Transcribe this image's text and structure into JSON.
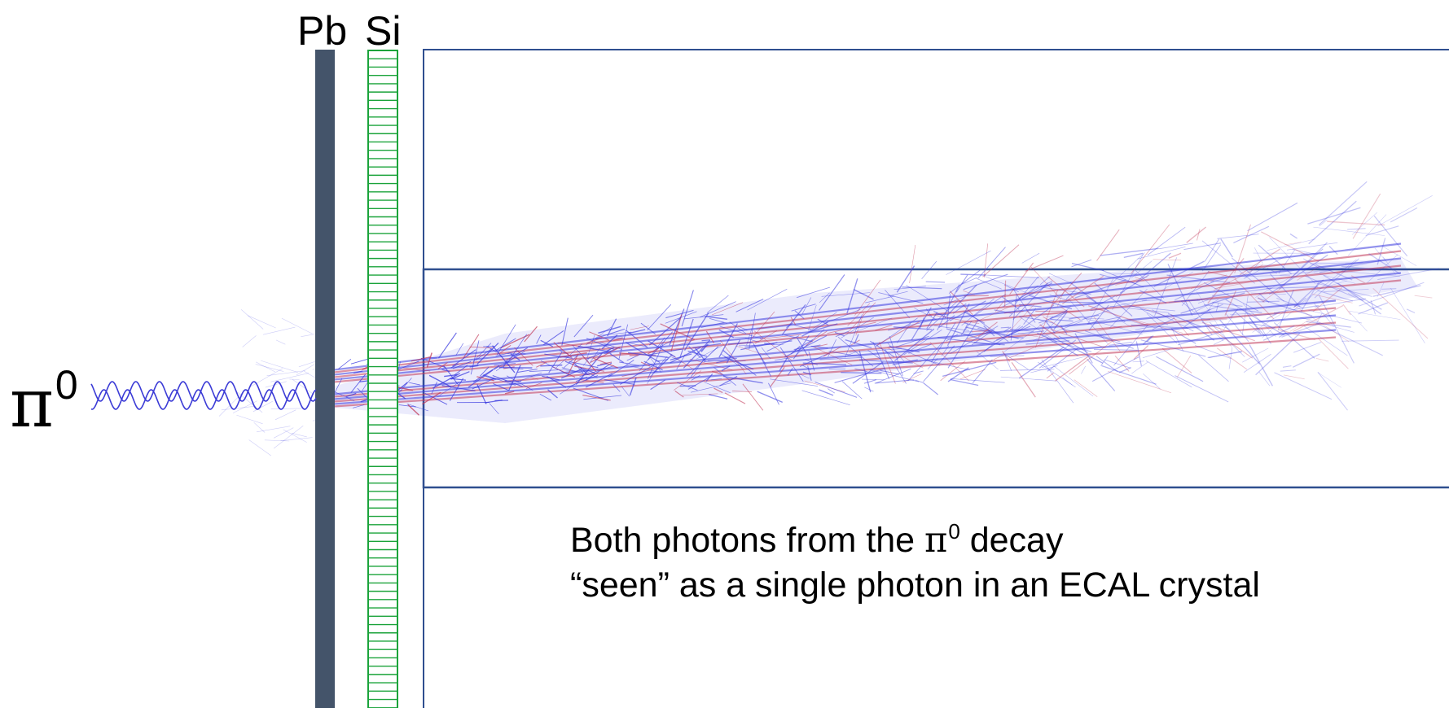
{
  "labels": {
    "lead": "Pb",
    "silicon": "Si",
    "particle_symbol": "π",
    "particle_charge": "0"
  },
  "caption": {
    "line1_prefix": "Both photons from the ",
    "line1_symbol": "π",
    "line1_charge": "0",
    "line1_suffix": " decay",
    "line2": "“seen” as a single photon in an ECAL crystal"
  },
  "colors": {
    "lead_plate": "#44546a",
    "silicon_layer": "#1aa33a",
    "crystal_outline": "#2f4f8f",
    "photon_wave": "#3b3bd6",
    "shower_blue": "#3a3ae0",
    "shower_red": "#c23a5a"
  },
  "diagram": {
    "silicon_strip_count": 80,
    "photon_count": 2,
    "shower_count": 2
  }
}
